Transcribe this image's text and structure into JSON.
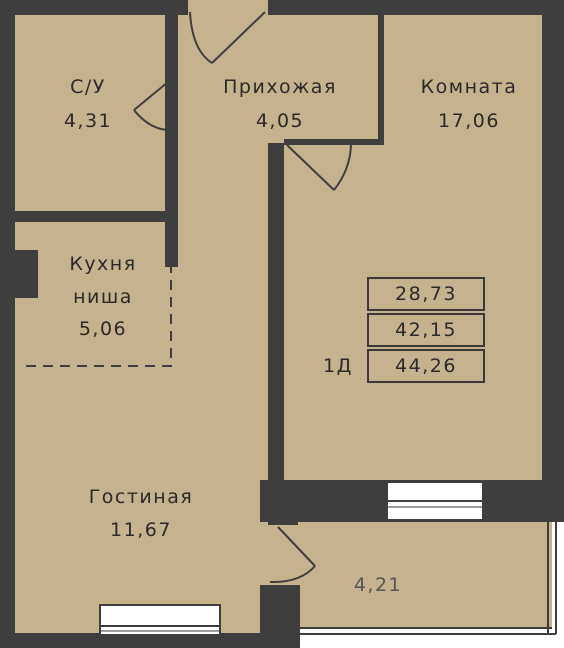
{
  "colors": {
    "floor": "#c5b38d",
    "wall": "#3e3e3e",
    "background": "#ffffff",
    "text": "#2b2a2a"
  },
  "rooms": {
    "bathroom": {
      "name": "С/У",
      "area": "4,31"
    },
    "hallway": {
      "name": "Прихожая",
      "area": "4,05"
    },
    "room": {
      "name": "Комната",
      "area": "17,06"
    },
    "kitchen": {
      "name_line1": "Кухня",
      "name_line2": "ниша",
      "area": "5,06"
    },
    "living": {
      "name": "Гостиная",
      "area": "11,67"
    },
    "balcony": {
      "area": "4,21"
    }
  },
  "apartment": {
    "type": "1Д",
    "areas": [
      "28,73",
      "42,15",
      "44,26"
    ]
  }
}
